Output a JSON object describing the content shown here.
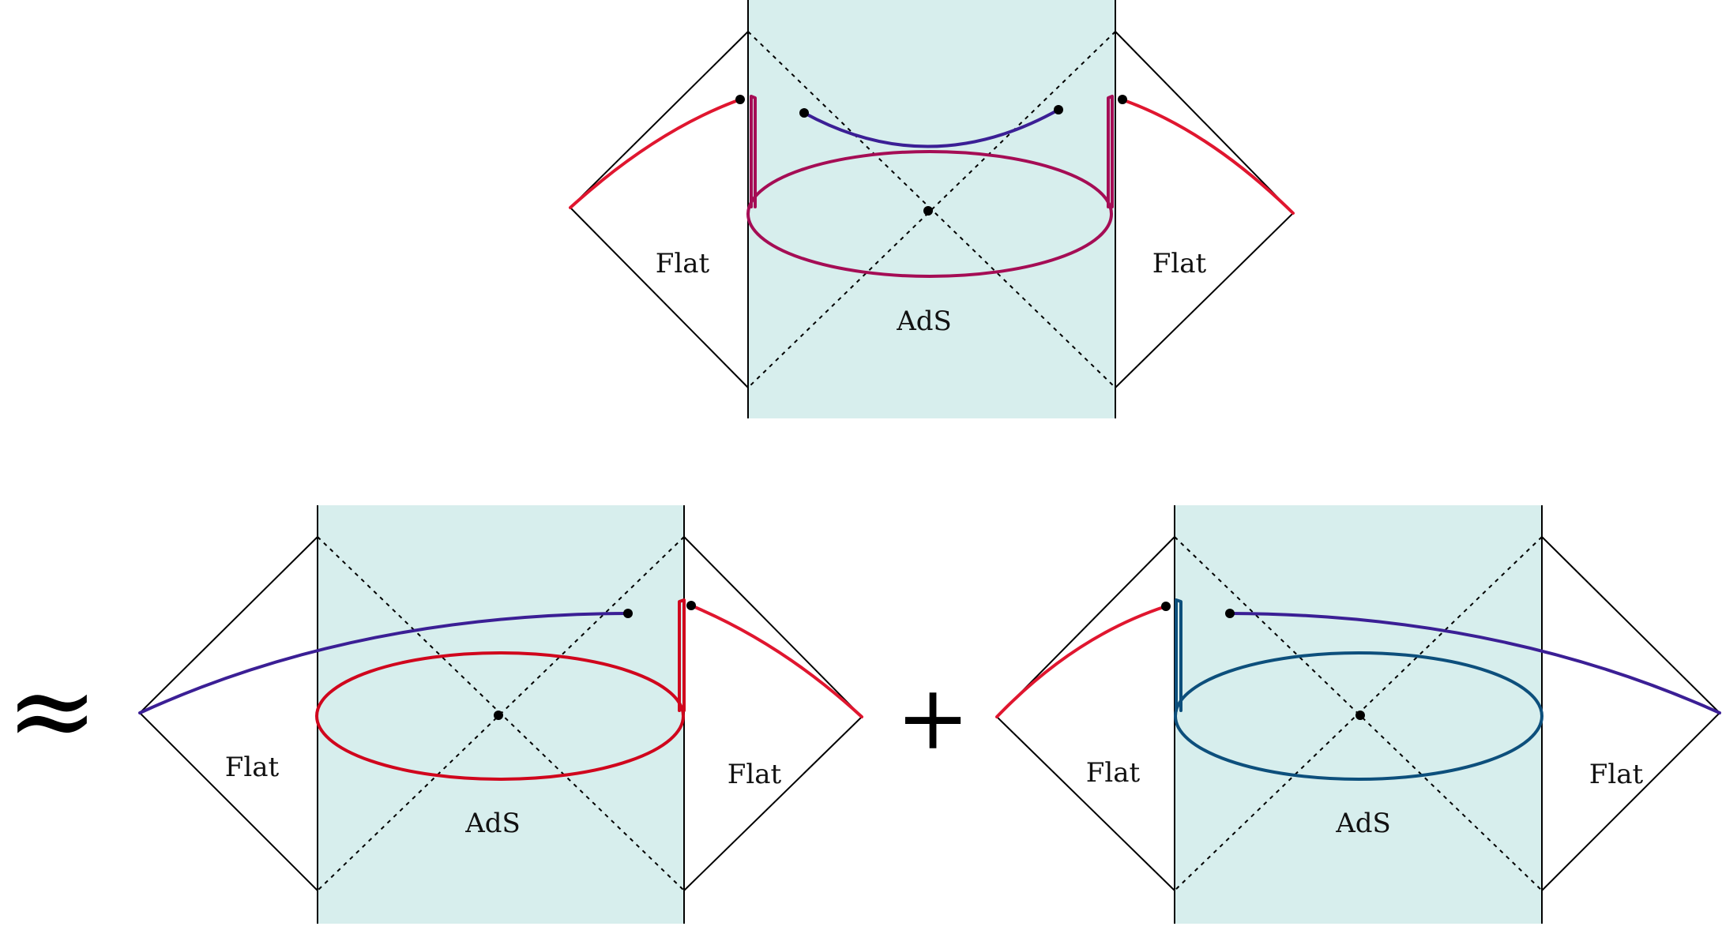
{
  "colors": {
    "ads_fill": "#d7eeed",
    "line": "#000000",
    "red": "#e0162f",
    "purple": "#3b1f95",
    "magenta": "#a50d55",
    "crimson": "#d0061d",
    "blue": "#0d4f7c"
  },
  "top": {
    "flat_left": "Flat",
    "flat_right": "Flat",
    "ads": "AdS"
  },
  "bottom_left": {
    "flat_left": "Flat",
    "flat_right": "Flat",
    "ads": "AdS"
  },
  "bottom_right": {
    "flat_left": "Flat",
    "flat_right": "Flat",
    "ads": "AdS"
  },
  "operators": {
    "approx": "≈",
    "plus": "+"
  }
}
